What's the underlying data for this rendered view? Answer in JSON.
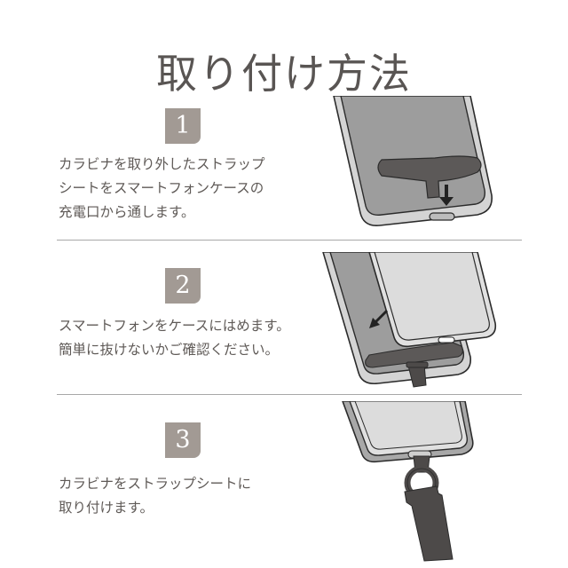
{
  "page": {
    "title": "取り付け方法"
  },
  "colors": {
    "badge_bg": "#a29a94",
    "text": "#5f5a57",
    "divider": "#a8a8a8",
    "case_dark": "#9d9d9d",
    "case_light": "#d4d4d4",
    "strap_dark": "#4d4a49"
  },
  "steps": [
    {
      "number": "1",
      "lines": [
        "カラビナを取り外したストラップ",
        "シートをスマートフォンケースの",
        "充電口から通します。"
      ],
      "illustration": "case-with-strap-sheet-arrow-down-icon"
    },
    {
      "number": "2",
      "lines": [
        "スマートフォンをケースにはめます。",
        "簡単に抜けないかご確認ください。"
      ],
      "illustration": "phone-inserted-in-case-arrow-icon"
    },
    {
      "number": "3",
      "lines": [
        "カラビナをストラップシートに",
        "取り付けます。"
      ],
      "illustration": "strap-attached-to-phone-icon"
    }
  ]
}
